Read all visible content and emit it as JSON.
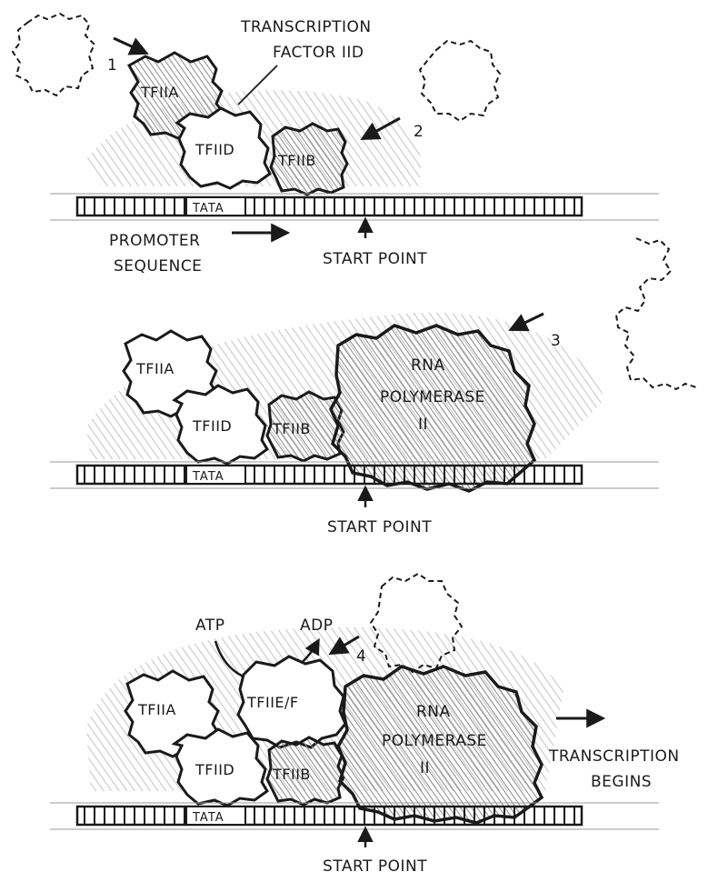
{
  "panel1": {
    "tf_iid_label_line1": "TRANSCRIPTION",
    "tf_iid_label_line2": "FACTOR IID",
    "step1": "1",
    "step2": "2",
    "tfiia": "TFIIA",
    "tfiid": "TFIID",
    "tfiib": "TFIIB",
    "tata": "TATA",
    "promoter_line1": "PROMOTER",
    "promoter_line2": "SEQUENCE",
    "start_point": "START POINT"
  },
  "panel2": {
    "step3": "3",
    "tfiia": "TFIIA",
    "tfiid": "TFIID",
    "tfiib": "TFIIB",
    "rna_line1": "RNA",
    "rna_line2": "POLYMERASE",
    "rna_line3": "II",
    "tata": "TATA",
    "start_point": "START POINT"
  },
  "panel3": {
    "atp": "ATP",
    "adp": "ADP",
    "step4": "4",
    "tfiia": "TFIIA",
    "tfiie_f": "TFIIE/F",
    "tfiid": "TFIID",
    "tfiib": "TFIIB",
    "rna_line1": "RNA",
    "rna_line2": "POLYMERASE",
    "rna_line3": "II",
    "transcription_line1": "TRANSCRIPTION",
    "transcription_line2": "BEGINS",
    "tata": "TATA",
    "start_point": "START POINT"
  }
}
